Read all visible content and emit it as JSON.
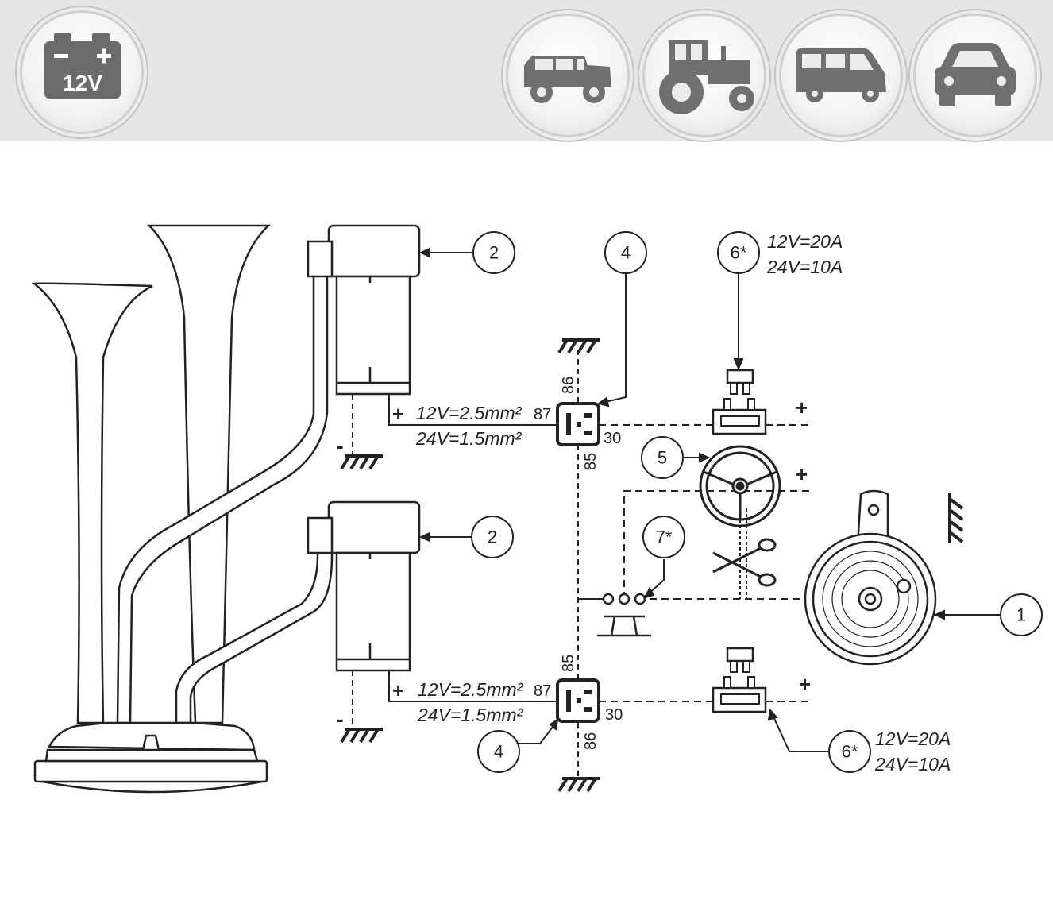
{
  "header": {
    "voltage_badge": {
      "icon": "battery-icon",
      "label": "12V"
    },
    "vehicle_icons": [
      "offroad-vehicle-icon",
      "tractor-icon",
      "van-icon",
      "car-icon"
    ]
  },
  "diagram": {
    "callouts": {
      "c1": "1",
      "c2a": "2",
      "c2b": "2",
      "c4a": "4",
      "c4b": "4",
      "c5": "5",
      "c6a": "6*",
      "c6b": "6*",
      "c7": "7*"
    },
    "wire_specs": {
      "top_12v": "12V=2.5mm²",
      "top_24v": "24V=1.5mm²",
      "bottom_12v": "12V=2.5mm²",
      "bottom_24v": "24V=1.5mm²"
    },
    "fuse_ratings": {
      "top_12v": "12V=20A",
      "top_24v": "24V=10A",
      "bottom_12v": "12V=20A",
      "bottom_24v": "24V=10A"
    },
    "relay_pins": {
      "top_86": "86",
      "top_87": "87",
      "top_30": "30",
      "top_85": "85",
      "bottom_85": "85",
      "bottom_87": "87",
      "bottom_30": "30",
      "bottom_86": "86"
    },
    "signs": {
      "plus_comp_top": "+",
      "minus_comp_top": "-",
      "plus_comp_bottom": "+",
      "minus_comp_bottom": "-",
      "plus_fuse_top": "+",
      "plus_wheel": "+",
      "plus_fuse_bottom": "+"
    }
  }
}
